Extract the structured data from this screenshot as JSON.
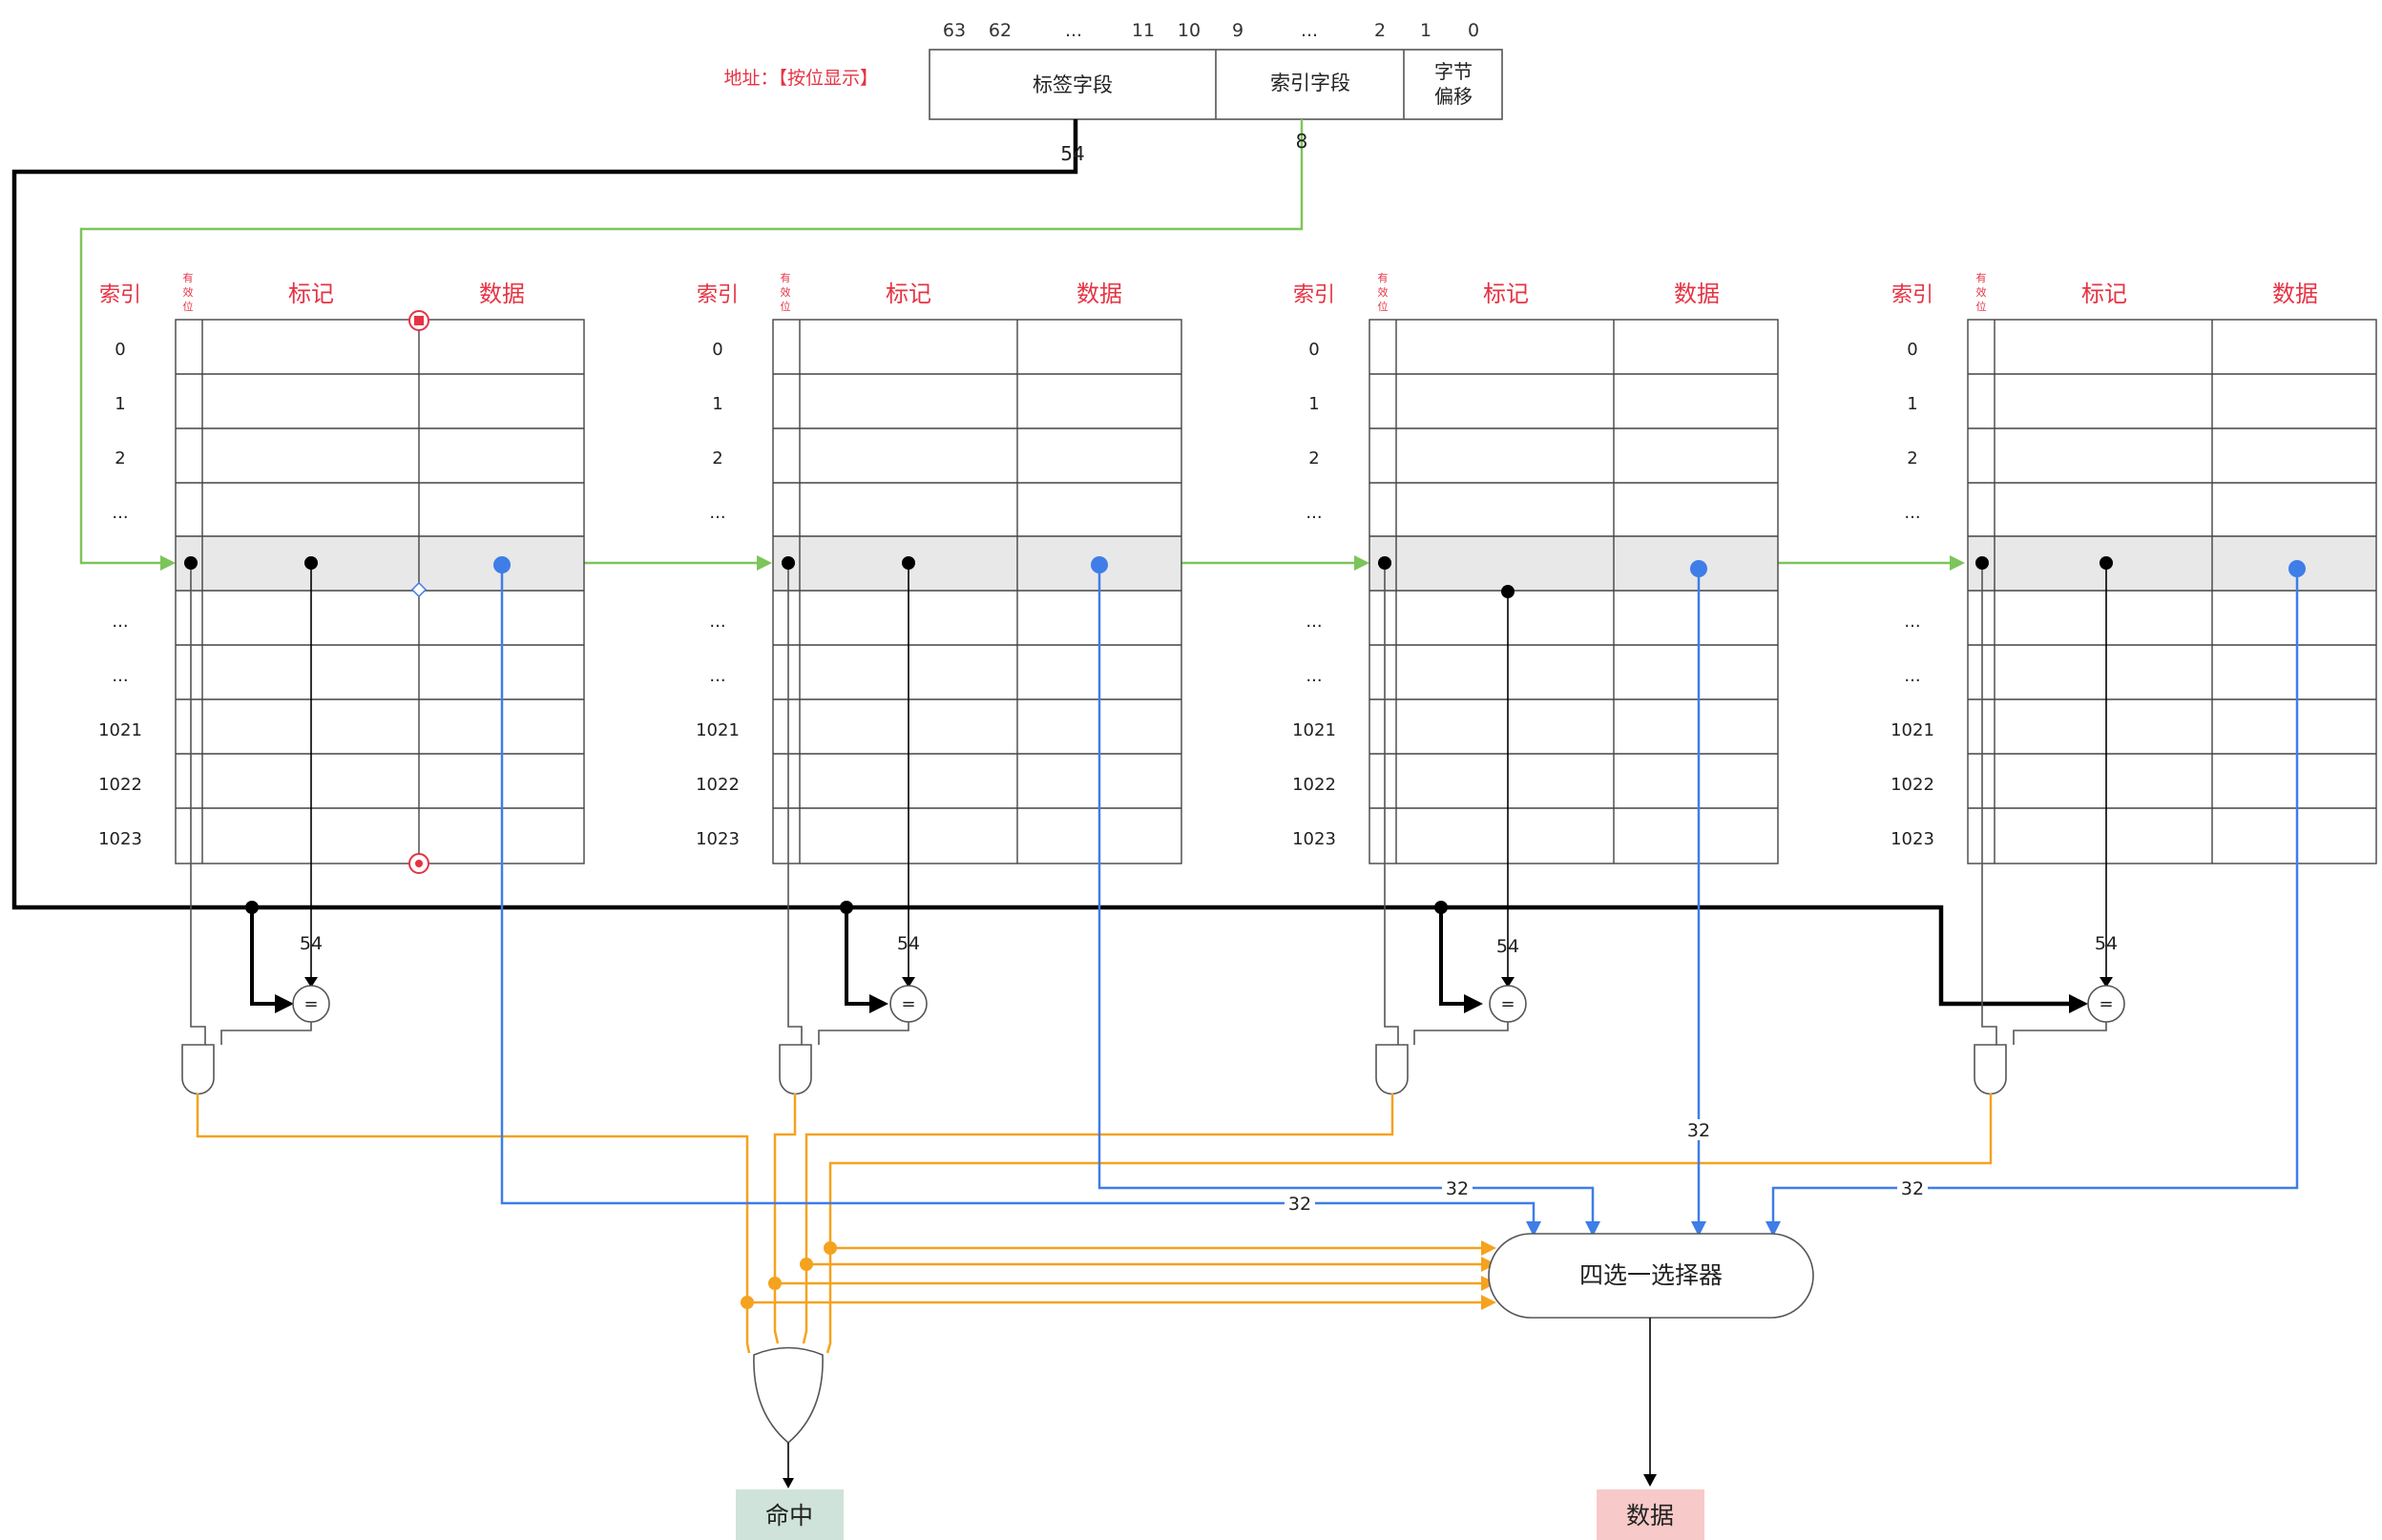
{
  "address": {
    "label": "地址：【按位显示】",
    "bit_numbers": [
      "63",
      "62",
      "...",
      "11",
      "10",
      "9",
      "...",
      "2",
      "1",
      "0"
    ],
    "fields": {
      "tag": "标签字段",
      "index": "索引字段",
      "offset_line1": "字节",
      "offset_line2": "偏移"
    },
    "tag_width": "54",
    "index_width": "8"
  },
  "table_headers": {
    "index": "索引",
    "valid_1": "有",
    "valid_2": "效",
    "valid_3": "位",
    "tag": "标记",
    "data": "数据"
  },
  "row_labels": [
    "0",
    "1",
    "2",
    "...",
    "...",
    "...",
    "1021",
    "1022",
    "1023"
  ],
  "compare": {
    "width": "54",
    "symbol": "="
  },
  "data_widths": {
    "way1": "32",
    "way2": "32",
    "way3": "32",
    "way4": "32"
  },
  "mux_label": "四选一选择器",
  "outputs": {
    "hit": "命中",
    "data": "数据"
  },
  "colors": {
    "red": "#e53344",
    "green": "#7dc45a",
    "blue": "#3f7de8",
    "orange": "#f5a21f",
    "black": "#000000",
    "hit_box": "#cfe3da",
    "data_box": "#f8c9c9",
    "highlight_row": "#e8e8e8"
  }
}
